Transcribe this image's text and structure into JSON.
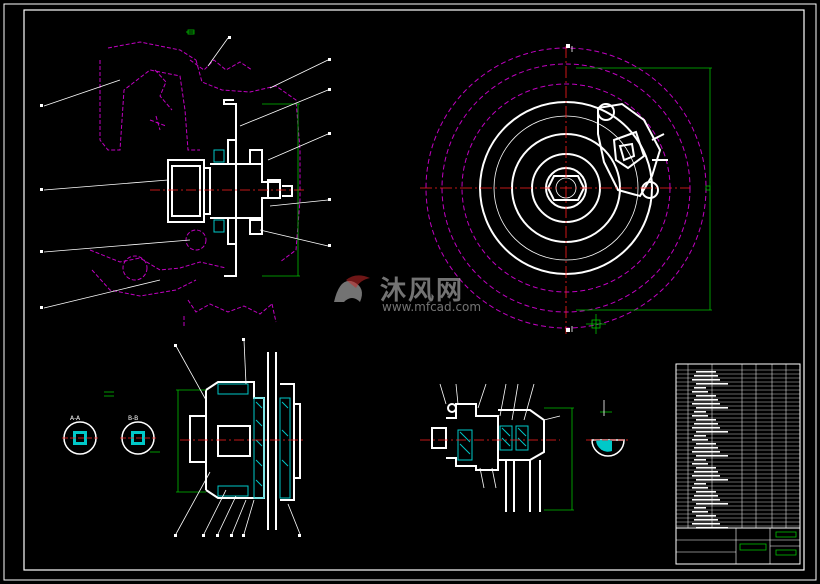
{
  "drawing": {
    "colors": {
      "background": "#000000",
      "outline": "#ffffff",
      "phantom": "#c000c0",
      "centerline": "#ff2020",
      "dimension": "#00c000",
      "hatch": "#00c8c8",
      "text": "#ffffff"
    },
    "section_labels": [
      "A-A",
      "B-B"
    ]
  },
  "watermark": {
    "brand": "沐风网",
    "url": "www.mfcad.com"
  }
}
